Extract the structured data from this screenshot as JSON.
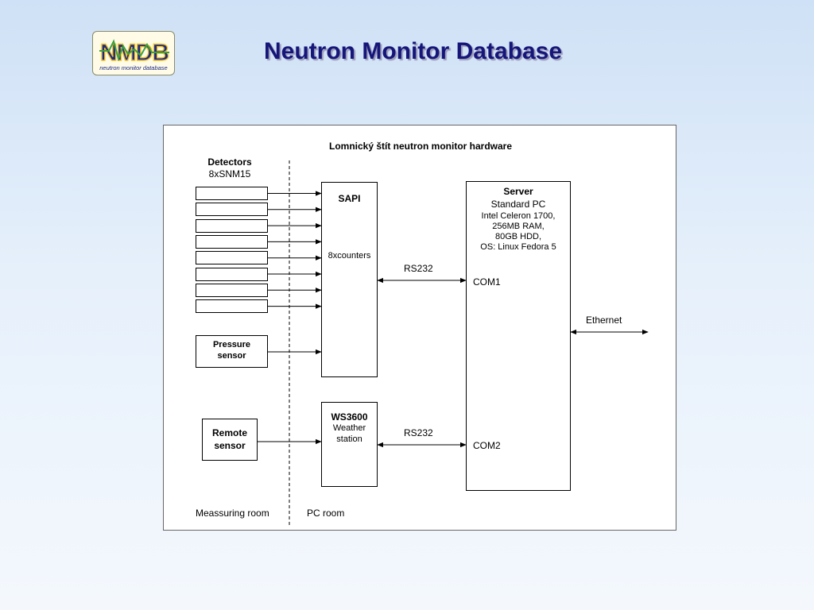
{
  "header": {
    "logo_text": "NMDB",
    "logo_tagline": "neutron monitor database",
    "title": "Neutron Monitor Database"
  },
  "diagram": {
    "title": "Lomnický štít neutron monitor hardware",
    "detectors": {
      "title": "Detectors",
      "subtitle": "8xSNM15",
      "count": 8
    },
    "pressure_sensor": {
      "line1": "Pressure",
      "line2": "sensor"
    },
    "remote_sensor": {
      "line1": "Remote",
      "line2": "sensor"
    },
    "sapi": {
      "title": "SAPI",
      "subtitle": "8xcounters"
    },
    "ws3600": {
      "title": "WS3600",
      "line1": "Weather",
      "line2": "station"
    },
    "server": {
      "title": "Server",
      "subtitle": "Standard PC",
      "spec1": "Intel Celeron 1700,",
      "spec2": "256MB RAM,",
      "spec3": "80GB HDD,",
      "spec4": "OS: Linux Fedora 5",
      "com1": "COM1",
      "com2": "COM2"
    },
    "links": {
      "rs232_top": "RS232",
      "rs232_bottom": "RS232",
      "ethernet": "Ethernet"
    },
    "rooms": {
      "left": "Meassuring room",
      "right": "PC room"
    }
  },
  "colors": {
    "title": "#16167a",
    "logo_blue": "#1a2a8a",
    "logo_green": "#3aa040",
    "logo_yellow": "#f4c020"
  }
}
